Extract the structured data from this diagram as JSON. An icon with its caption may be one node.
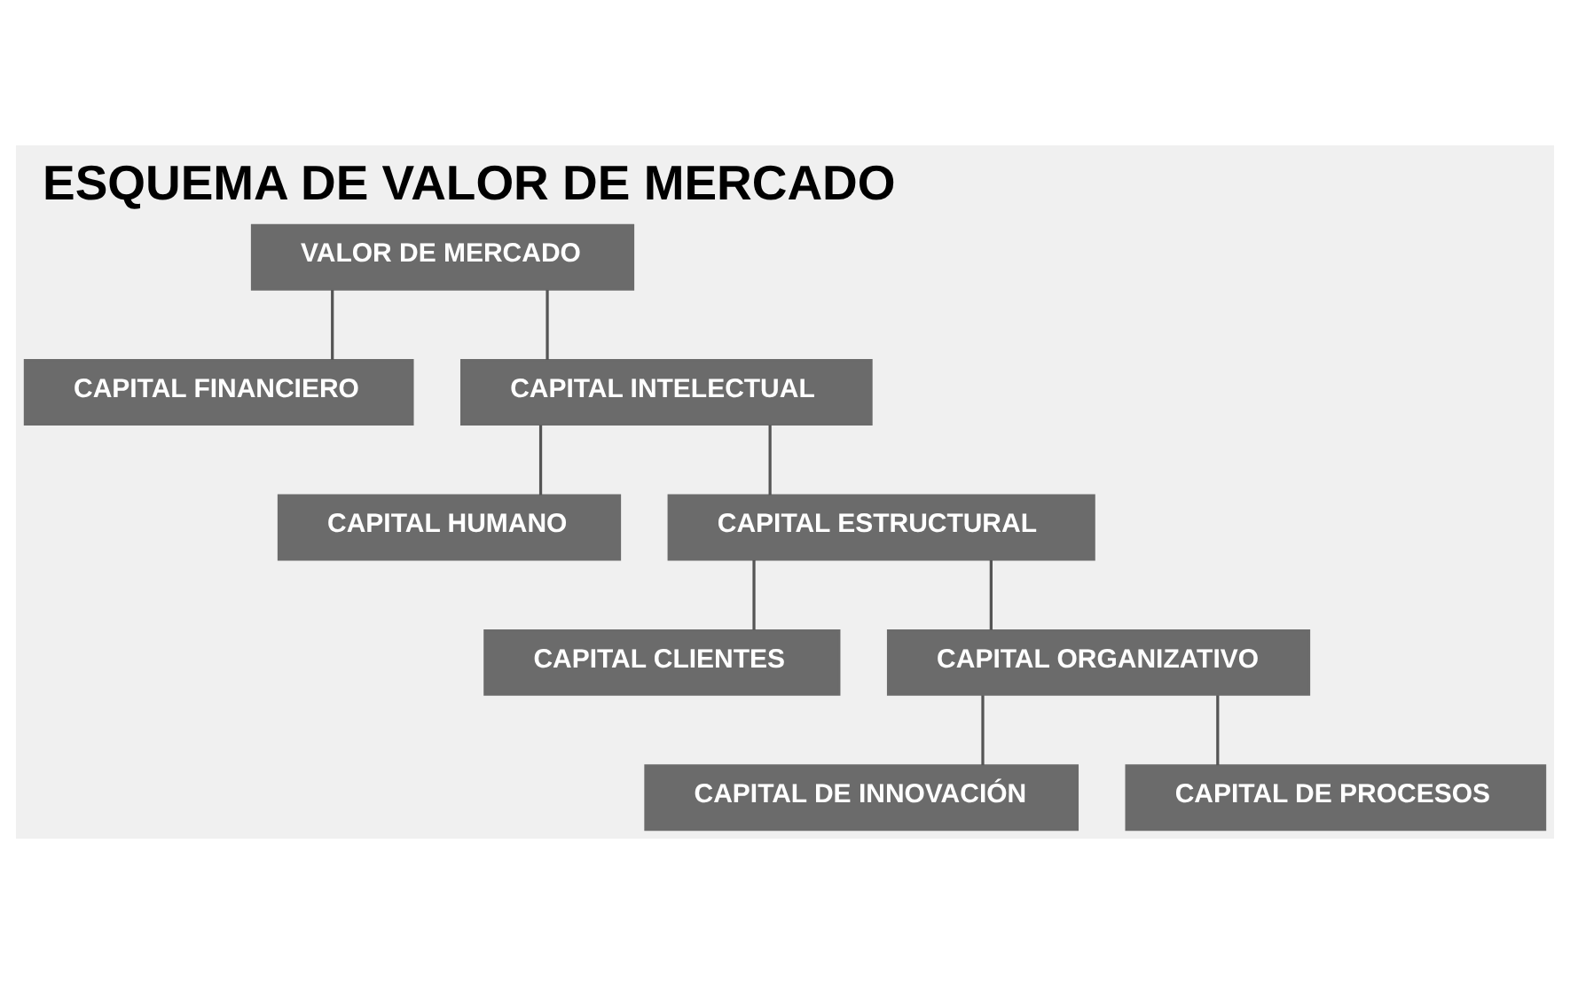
{
  "diagram": {
    "title": "ESQUEMA DE VALOR DE MERCADO",
    "nodes": [
      {
        "text": [
          "VALOR DE MERCADO"
        ]
      },
      {
        "text": [
          "CAPITAL FINANCIERO"
        ]
      },
      {
        "text": [
          "CAPITAL INTELECTUAL"
        ]
      },
      {
        "text": [
          "CAPITAL HUMANO"
        ]
      },
      {
        "text": [
          "CAPITAL ESTRUCTURAL"
        ]
      },
      {
        "text": [
          "CAPITAL CLIENTES"
        ]
      },
      {
        "text": [
          "CAPITAL ORGANIZATIVO"
        ]
      },
      {
        "text": [
          "CAPITAL DE INNOVACIÓN"
        ]
      },
      {
        "text": [
          "CAPITAL DE PROCESOS"
        ]
      }
    ],
    "edges": [
      {
        "from": 0,
        "to": 1,
        "arrow": "none"
      },
      {
        "from": 0,
        "to": 2,
        "arrow": "none"
      },
      {
        "from": 2,
        "to": 3,
        "arrow": "none"
      },
      {
        "from": 2,
        "to": 4,
        "arrow": "none"
      },
      {
        "from": 4,
        "to": 5,
        "arrow": "none"
      },
      {
        "from": 4,
        "to": 6,
        "arrow": "none"
      },
      {
        "from": 6,
        "to": 7,
        "arrow": "none"
      },
      {
        "from": 6,
        "to": 8,
        "arrow": "none"
      }
    ]
  }
}
